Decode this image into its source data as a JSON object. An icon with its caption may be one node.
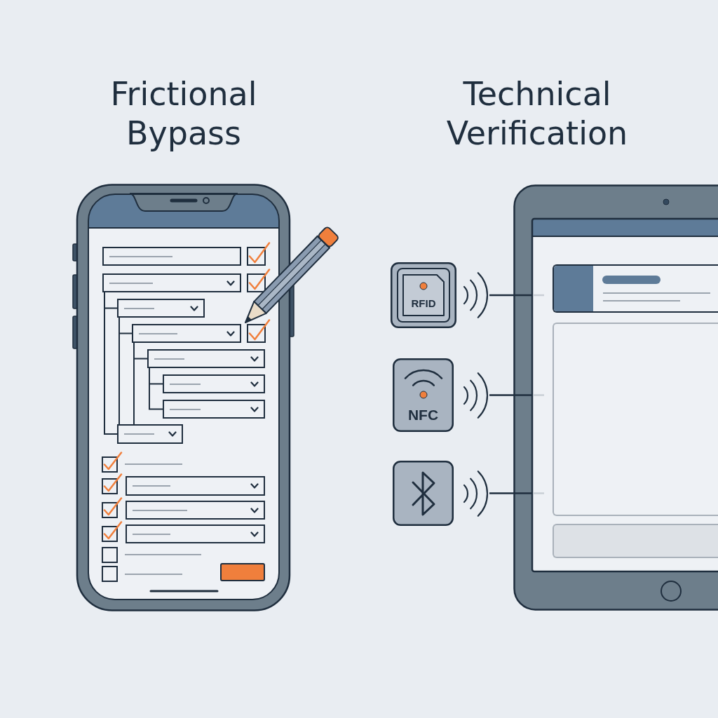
{
  "diagram": {
    "nodes": [
      {
        "text": [],
        "shape": "picture"
      },
      {
        "text": [],
        "shape": "box",
        "in": 0
      },
      {
        "text": [],
        "shape": "box",
        "in": 0
      },
      {
        "text": [],
        "shape": "box",
        "in": 0
      },
      {
        "text": [],
        "shape": "box",
        "in": 0
      },
      {
        "text": [],
        "shape": "box",
        "in": 0
      },
      {
        "text": [],
        "shape": "box",
        "in": 0
      },
      {
        "text": [],
        "shape": "box",
        "in": 0
      },
      {
        "text": [],
        "shape": "box",
        "in": 0
      },
      {
        "text": [],
        "shape": "box",
        "in": 0
      },
      {
        "text": [],
        "shape": "box",
        "in": 0
      },
      {
        "text": [],
        "shape": "box",
        "in": 0
      },
      {
        "text": [
          "RFID"
        ]
      },
      {
        "text": [
          "NFC"
        ]
      },
      {
        "text": [],
        "shape": "box"
      },
      {
        "text": [],
        "shape": "picture"
      },
      {
        "text": [],
        "shape": "box",
        "in": 15
      },
      {
        "text": [],
        "shape": "box",
        "in": 15
      },
      {
        "text": [],
        "shape": "box",
        "in": 15
      }
    ],
    "edges": [
      {
        "from": 2,
        "to": 3,
        "arrow": "none"
      },
      {
        "from": 2,
        "to": 8,
        "arrow": "none"
      },
      {
        "from": 3,
        "to": 4,
        "arrow": "none"
      },
      {
        "from": 3,
        "to": 8,
        "arrow": "none"
      },
      {
        "from": 4,
        "to": 5,
        "arrow": "none"
      },
      {
        "from": 4,
        "to": 8,
        "arrow": "none"
      },
      {
        "from": 5,
        "to": 6,
        "arrow": "none"
      },
      {
        "from": 5,
        "to": 7,
        "arrow": "none"
      },
      {
        "from": 12,
        "to": 15,
        "arrow": "none"
      },
      {
        "from": 13,
        "to": 15,
        "arrow": "none"
      },
      {
        "from": 14,
        "to": 15,
        "arrow": "none"
      }
    ],
    "labels": [
      "Frictional Bypass",
      "Technical Verification"
    ]
  }
}
